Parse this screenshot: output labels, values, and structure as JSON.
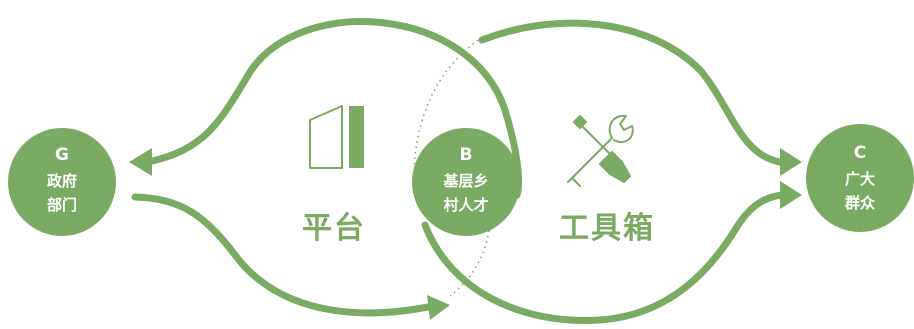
{
  "colors": {
    "accent": "#7aab63",
    "node_fill": "#7aab63",
    "text_on_node": "#ffffff",
    "background": "#ffffff"
  },
  "nodes": {
    "government": {
      "letter": "G",
      "line1": "政府",
      "line2": "部门"
    },
    "grassroots": {
      "letter": "B",
      "line1": "基层乡",
      "line2": "村人才"
    },
    "public": {
      "letter": "C",
      "line1": "广大",
      "line2": "群众"
    }
  },
  "labels": {
    "platform": "平台",
    "toolbox": "工具箱"
  },
  "icons": {
    "platform": "panel-icon",
    "toolbox": "wrench-screwdriver-icon"
  }
}
